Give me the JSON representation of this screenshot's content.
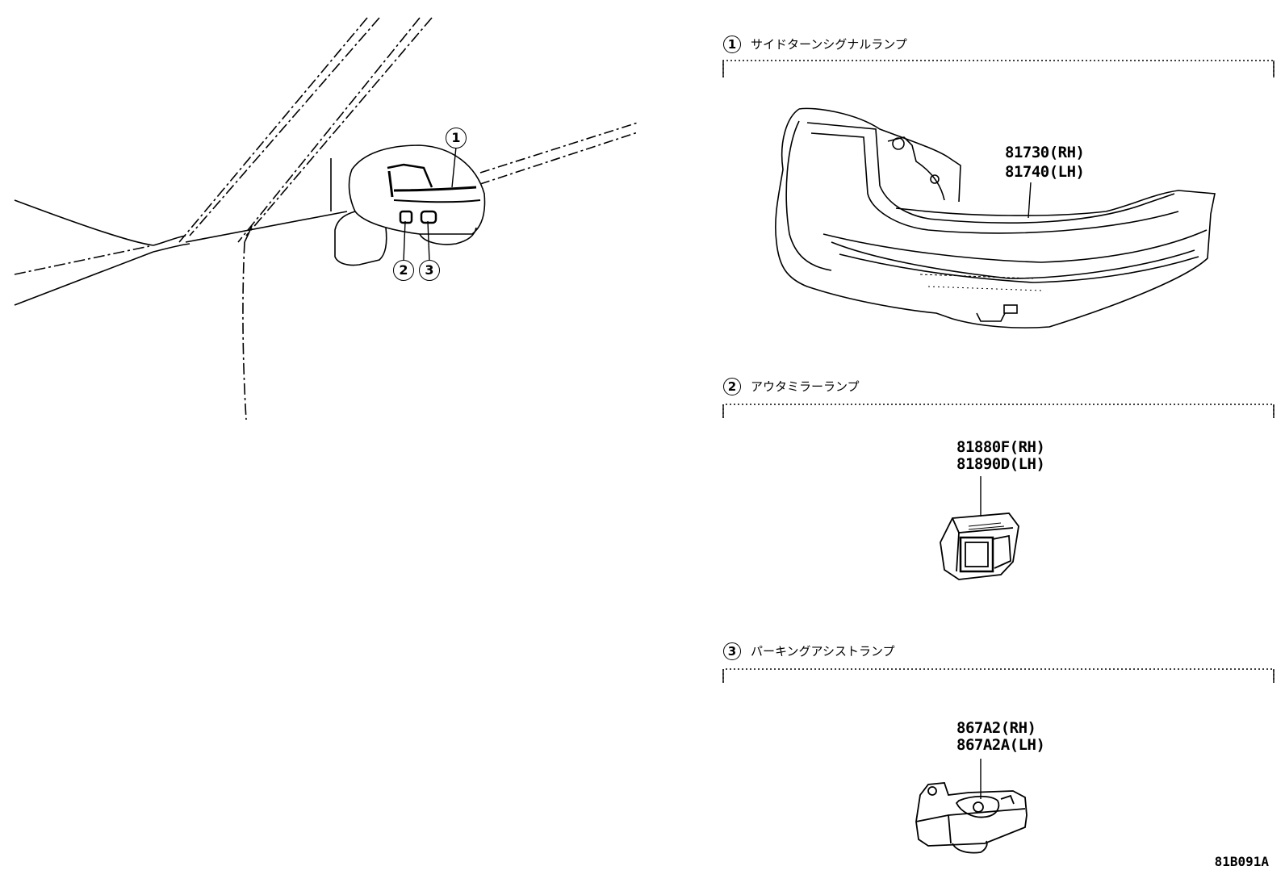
{
  "callouts": [
    {
      "num": "1"
    },
    {
      "num": "2"
    },
    {
      "num": "3"
    }
  ],
  "sections": [
    {
      "num": "1",
      "title": "サイドターンシグナルランプ",
      "part_numbers": [
        "81730(RH)",
        "81740(LH)"
      ]
    },
    {
      "num": "2",
      "title": "アウタミラーランプ",
      "part_numbers": [
        "81880F(RH)",
        "81890D(LH)"
      ]
    },
    {
      "num": "3",
      "title": "パーキングアシストランプ",
      "part_numbers": [
        "867A2(RH)",
        "867A2A(LH)"
      ]
    }
  ],
  "ref_code": "81B091A",
  "icons": [
    "side-turn-signal-lamp-drawing",
    "outer-mirror-lamp-drawing",
    "parking-assist-lamp-drawing",
    "vehicle-mirror-overview-drawing"
  ]
}
